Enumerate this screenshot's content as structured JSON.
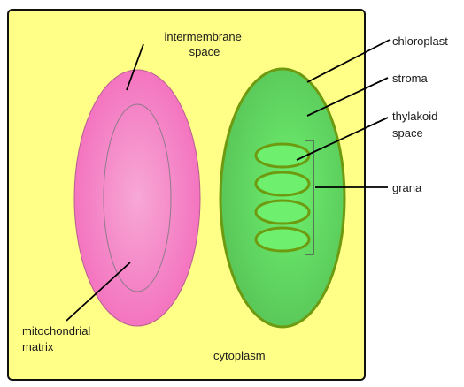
{
  "colors": {
    "cell_fill": "#ffff88",
    "cell_border": "#111111",
    "mitochondrion_fill": "#f36fbd",
    "mitochondrion_center": "#f7a8d6",
    "mitochondrion_border": "#b65f8f",
    "chloroplast_fill": "#5ccf5c",
    "chloroplast_center": "#6ef06e",
    "chloroplast_border": "#6e9a10",
    "leader_line": "#000000",
    "bracket": "#555555"
  },
  "labels": {
    "intermembrane": [
      "intermembrane",
      "space"
    ],
    "chloroplast": [
      "chloroplast"
    ],
    "stroma": [
      "stroma"
    ],
    "thylakoid": [
      "thylakoid",
      "space"
    ],
    "grana": [
      "grana"
    ],
    "matrix": [
      "mitochondrial",
      "matrix"
    ],
    "cytoplasm": [
      "cytoplasm"
    ]
  }
}
